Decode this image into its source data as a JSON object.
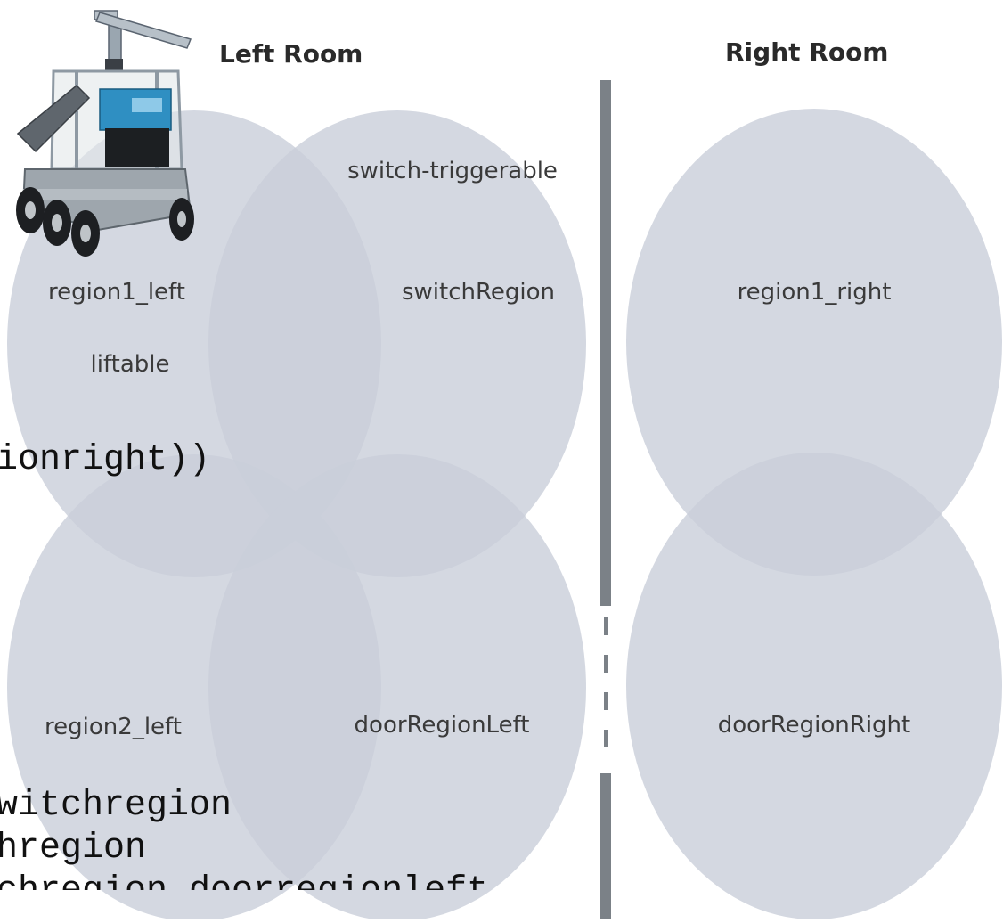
{
  "headings": {
    "left_room": "Left Room",
    "right_room": "Right Room"
  },
  "regions": {
    "region1_left": "region1_left",
    "liftable": "liftable",
    "switch_triggerable": "switch-triggerable",
    "switch_region": "switchRegion",
    "region2_left": "region2_left",
    "door_region_left": "doorRegionLeft",
    "region1_right": "region1_right",
    "door_region_right": "doorRegionRight"
  },
  "code_fragments": {
    "line1": "ionright))",
    "line2": "witchregion",
    "line3": "hregion",
    "line4": "chregion doorregionleft"
  },
  "colors": {
    "region_fill": "#c9ced9",
    "wall": "#7b8187"
  }
}
